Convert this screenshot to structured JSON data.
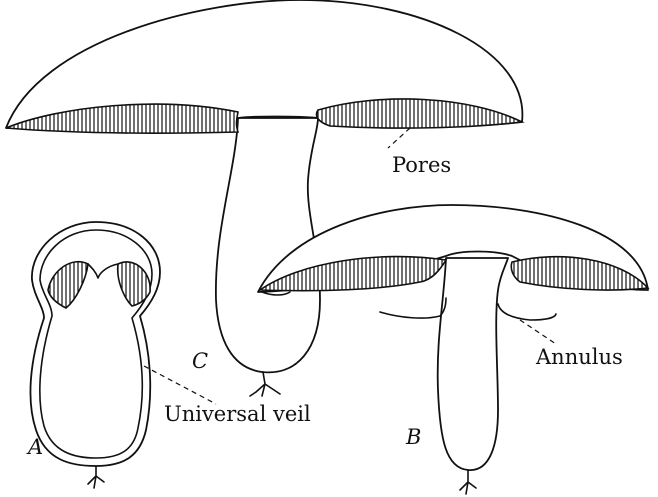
{
  "labels": {
    "pores": "Pores",
    "universal_veil": "Universal veil",
    "annulus": "Annulus",
    "stage_a": "A",
    "stage_b": "B",
    "stage_c": "C"
  },
  "colors": {
    "ink": "#111111",
    "paper": "#ffffff"
  }
}
